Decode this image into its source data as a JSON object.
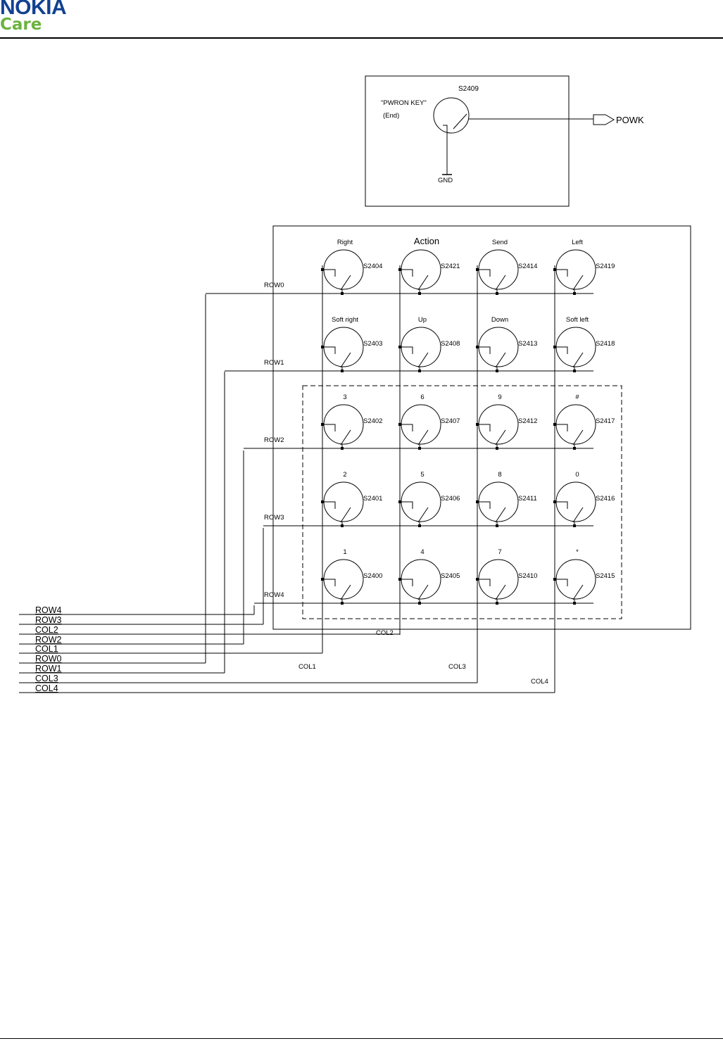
{
  "header": {
    "brand_name": "NOKIA",
    "brand_sub": "Care",
    "brand_color": "#124191",
    "sub_color": "#6cb33f"
  },
  "power_key": {
    "ref": "S2409",
    "label": "\"PWRON KEY\"",
    "sublabel": "(End)",
    "ground_label": "GND",
    "output_label": "POWK"
  },
  "keypad": {
    "columns": [
      {
        "id": "col1",
        "label": "COL1"
      },
      {
        "id": "col2",
        "label": "COL2"
      },
      {
        "id": "col3",
        "label": "COL3"
      },
      {
        "id": "col4",
        "label": "COL4"
      }
    ],
    "rows": [
      {
        "label": "ROW0",
        "keys": [
          {
            "name": "Right",
            "ref": "S2404"
          },
          {
            "name": "Action",
            "ref": "S2421"
          },
          {
            "name": "Send",
            "ref": "S2414"
          },
          {
            "name": "Left",
            "ref": "S2419"
          }
        ]
      },
      {
        "label": "ROW1",
        "keys": [
          {
            "name": "Soft right",
            "ref": "S2403"
          },
          {
            "name": "Up",
            "ref": "S2408"
          },
          {
            "name": "Down",
            "ref": "S2413"
          },
          {
            "name": "Soft left",
            "ref": "S2418"
          }
        ]
      },
      {
        "label": "ROW2",
        "keys": [
          {
            "name": "3",
            "ref": "S2402"
          },
          {
            "name": "6",
            "ref": "S2407"
          },
          {
            "name": "9",
            "ref": "S2412"
          },
          {
            "name": "#",
            "ref": "S2417"
          }
        ]
      },
      {
        "label": "ROW3",
        "keys": [
          {
            "name": "2",
            "ref": "S2401"
          },
          {
            "name": "5",
            "ref": "S2406"
          },
          {
            "name": "8",
            "ref": "S2411"
          },
          {
            "name": "0",
            "ref": "S2416"
          }
        ]
      },
      {
        "label": "ROW4",
        "keys": [
          {
            "name": "1",
            "ref": "S2400"
          },
          {
            "name": "4",
            "ref": "S2405"
          },
          {
            "name": "7",
            "ref": "S2410"
          },
          {
            "name": "*",
            "ref": "S2415"
          }
        ]
      }
    ]
  },
  "connector_signals": [
    "ROW4",
    "ROW3",
    "COL2",
    "ROW2",
    "COL1",
    "ROW0",
    "ROW1",
    "COL3",
    "COL4"
  ]
}
